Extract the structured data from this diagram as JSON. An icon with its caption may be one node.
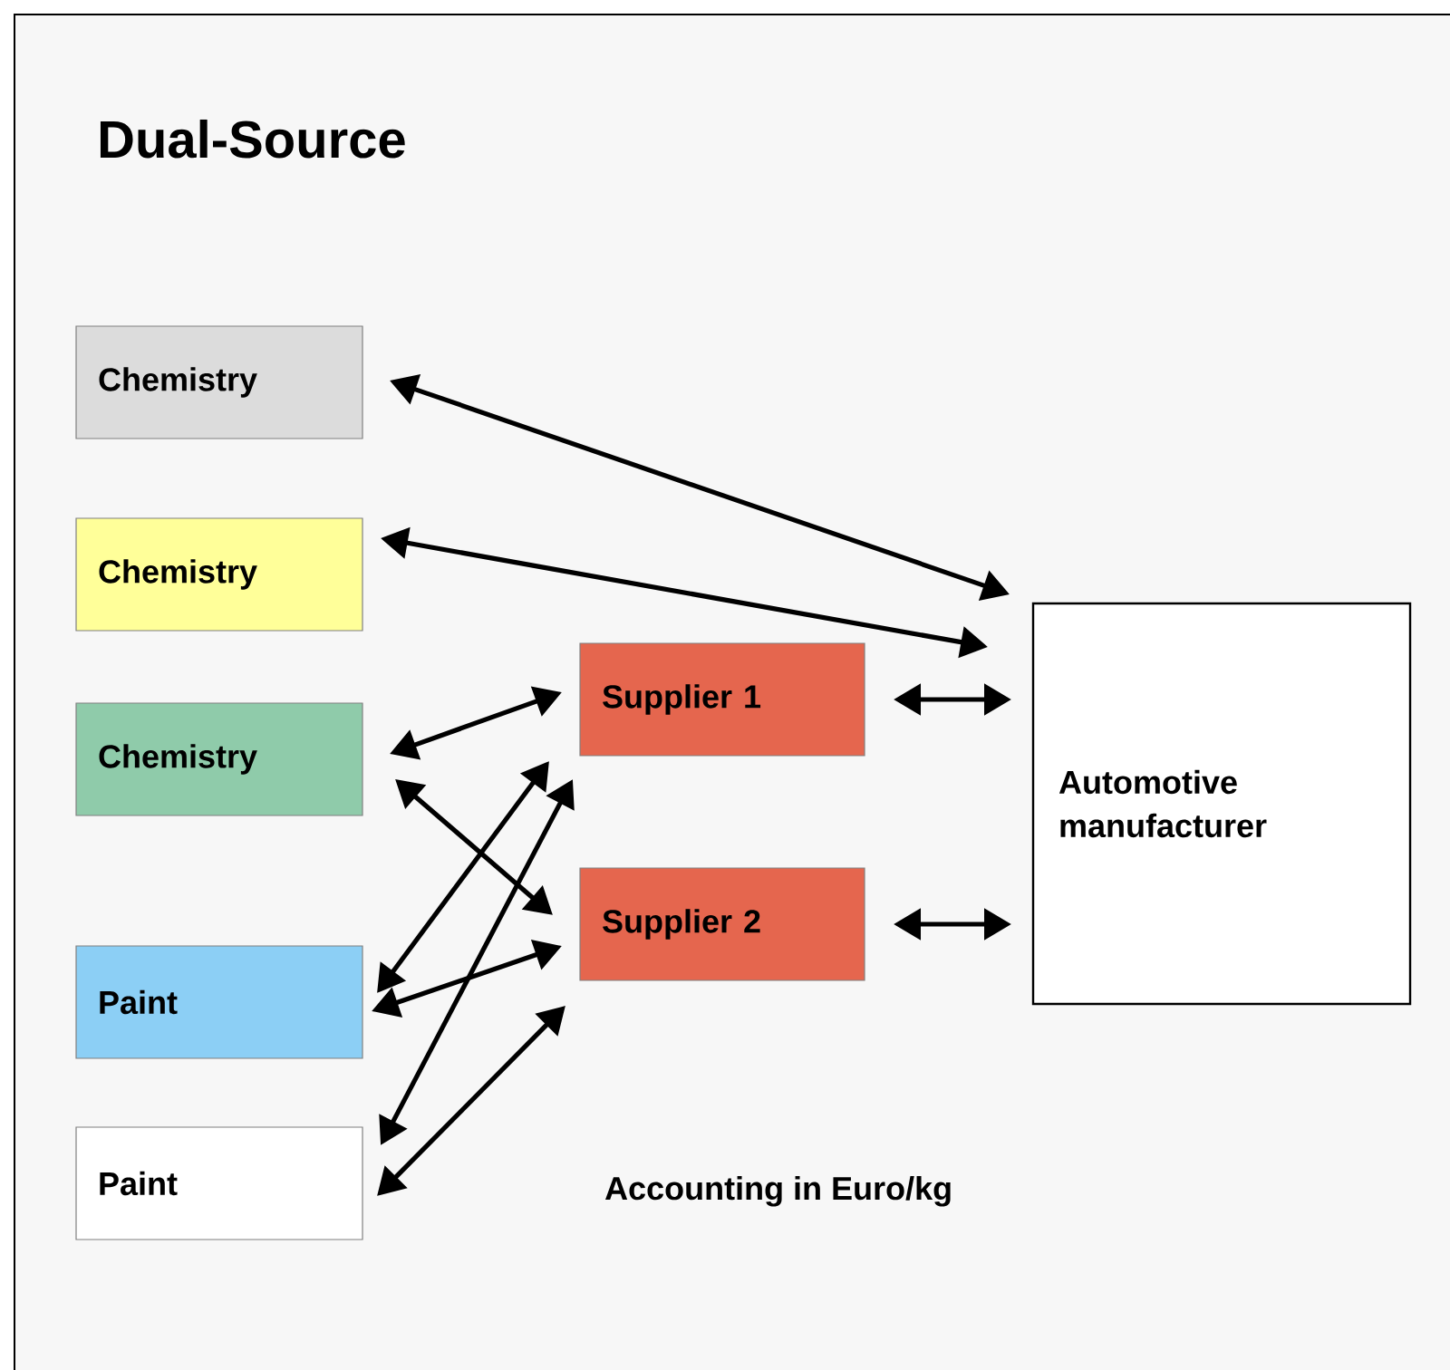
{
  "diagram": {
    "title": "Dual-Source",
    "nodes": [
      {
        "text": [
          "Chemistry"
        ]
      },
      {
        "text": [
          "Chemistry"
        ]
      },
      {
        "text": [
          "Chemistry"
        ]
      },
      {
        "text": [
          "Paint"
        ]
      },
      {
        "text": [
          "Paint"
        ]
      },
      {
        "text": [
          "Supplier 1"
        ]
      },
      {
        "text": [
          "Supplier 2"
        ]
      },
      {
        "text": [
          "Automotive manufacturer"
        ]
      }
    ],
    "edges": [
      {
        "from": 0,
        "to": 7,
        "arrow": "both"
      },
      {
        "from": 1,
        "to": 7,
        "arrow": "both"
      },
      {
        "from": 2,
        "to": 5,
        "arrow": "both"
      },
      {
        "from": 2,
        "to": 6,
        "arrow": "both"
      },
      {
        "from": 3,
        "to": 5,
        "arrow": "both"
      },
      {
        "from": 3,
        "to": 6,
        "arrow": "both"
      },
      {
        "from": 4,
        "to": 5,
        "arrow": "both"
      },
      {
        "from": 4,
        "to": 6,
        "arrow": "both"
      },
      {
        "from": 5,
        "to": 7,
        "arrow": "both"
      },
      {
        "from": 6,
        "to": 7,
        "arrow": "both"
      }
    ],
    "labels": [
      "Accounting in Euro/kg"
    ]
  }
}
